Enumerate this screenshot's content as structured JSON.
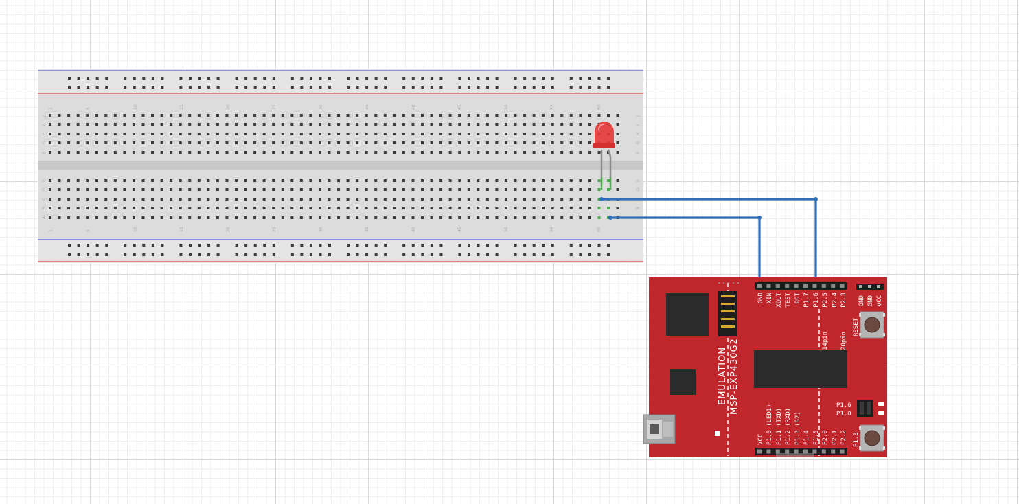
{
  "breadboard": {
    "column_numbers": [
      "1",
      "5",
      "10",
      "15",
      "20",
      "25",
      "30",
      "35",
      "40",
      "45",
      "50",
      "55",
      "60"
    ],
    "top_row_letters": [
      "J",
      "I",
      "H",
      "G",
      "F"
    ],
    "bottom_row_letters": [
      "E",
      "D",
      "C",
      "B",
      "A"
    ]
  },
  "led": {
    "color": "red"
  },
  "wires": [
    {
      "from": "breadboard-row-C-col-60",
      "to": "P1.6",
      "color": "#2f6fba"
    },
    {
      "from": "breadboard-row-A-col-61",
      "to": "GND",
      "color": "#2f6fba"
    }
  ],
  "board": {
    "title": "MSP-EXP430G2",
    "emulation_label": "EMULATION",
    "top_header_pins": [
      "GND",
      "XIN",
      "XOUT",
      "TEST",
      "RST",
      "P1.7",
      "P1.6",
      "P2.5",
      "P2.4",
      "P2.3"
    ],
    "bottom_header_pins": [
      "VCC",
      "P1.0 (LED1)",
      "P1.1 (TXD)",
      "P1.2 (RXD)",
      "P1.3 (S2)",
      "P1.4",
      "P1.5",
      "P2.0",
      "P2.1",
      "P2.2"
    ],
    "power_header_pins": [
      "GND",
      "GND",
      "VCC"
    ],
    "socket_labels": [
      "14pin",
      "20pin"
    ],
    "reset_label": "RESET",
    "jumper_labels": [
      "P1.6",
      "P1.0"
    ],
    "button_label": "P1.3",
    "colors": {
      "board": "#c0272d",
      "chip": "#2b2b2b"
    }
  }
}
